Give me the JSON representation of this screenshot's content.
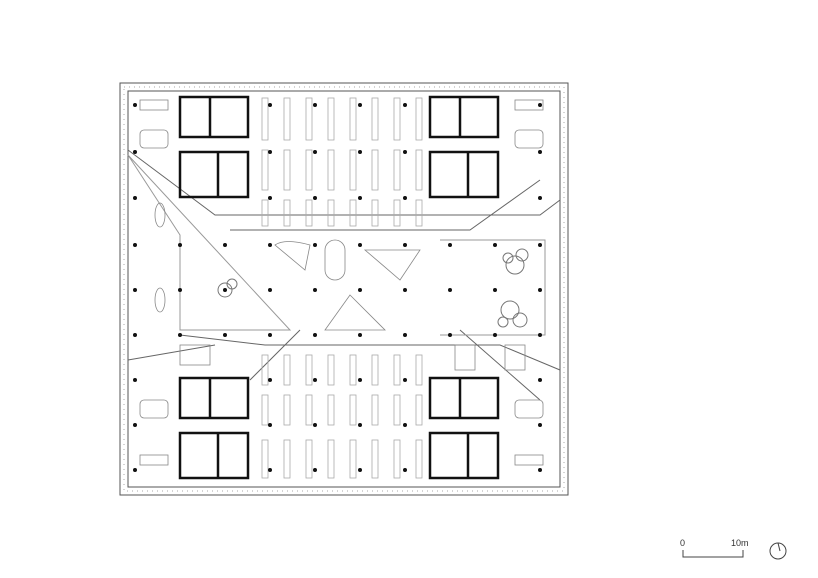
{
  "drawing": {
    "type": "floor-plan",
    "scale_bar": {
      "start_label": "0",
      "end_label": "10m"
    },
    "north_arrow": "north-arrow-icon",
    "colors": {
      "line": "#444444",
      "wall": "#111111",
      "light": "#bbbbbb",
      "tree": "#777777"
    }
  }
}
